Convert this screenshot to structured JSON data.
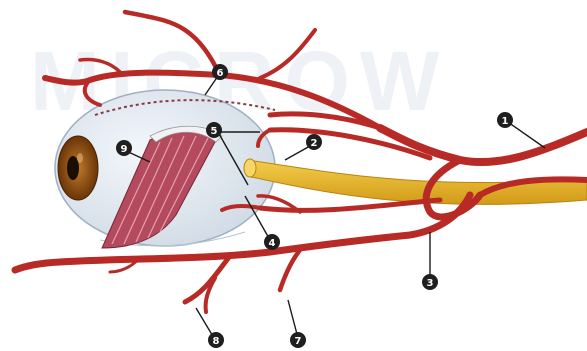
{
  "image": {
    "watermark": "MICROW",
    "markers": [
      {
        "id": "1",
        "label": "1"
      },
      {
        "id": "2",
        "label": "2"
      },
      {
        "id": "3",
        "label": "3"
      },
      {
        "id": "4",
        "label": "4"
      },
      {
        "id": "5",
        "label": "5"
      },
      {
        "id": "6",
        "label": "6"
      },
      {
        "id": "7",
        "label": "7"
      },
      {
        "id": "8",
        "label": "8"
      },
      {
        "id": "9",
        "label": "9"
      }
    ]
  },
  "colors": {
    "artery": "#b82a26",
    "artery_dark": "#8e1b18",
    "nerve": "#e6b21f",
    "nerve_dark": "#c9921a",
    "globe": "#dfe8f0",
    "iris": "#8a4a12",
    "muscle": "#b44a5e",
    "marker_bg": "#1f1f1f",
    "leader": "#1a1a1a"
  }
}
